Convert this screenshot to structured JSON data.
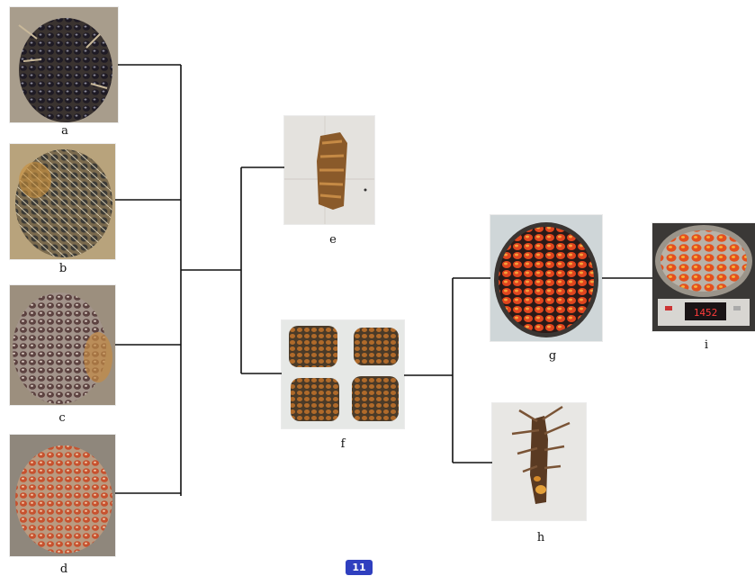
{
  "labels": {
    "a": "a",
    "b": "b",
    "c": "c",
    "d": "d",
    "e": "e",
    "f": "f",
    "g": "g",
    "h": "h",
    "i": "i"
  },
  "scale_display": "1452",
  "page_number": "11",
  "colors": {
    "line": "#111111",
    "page_badge": "#2f3fbf",
    "scale_digits": "#ff3b3b"
  }
}
